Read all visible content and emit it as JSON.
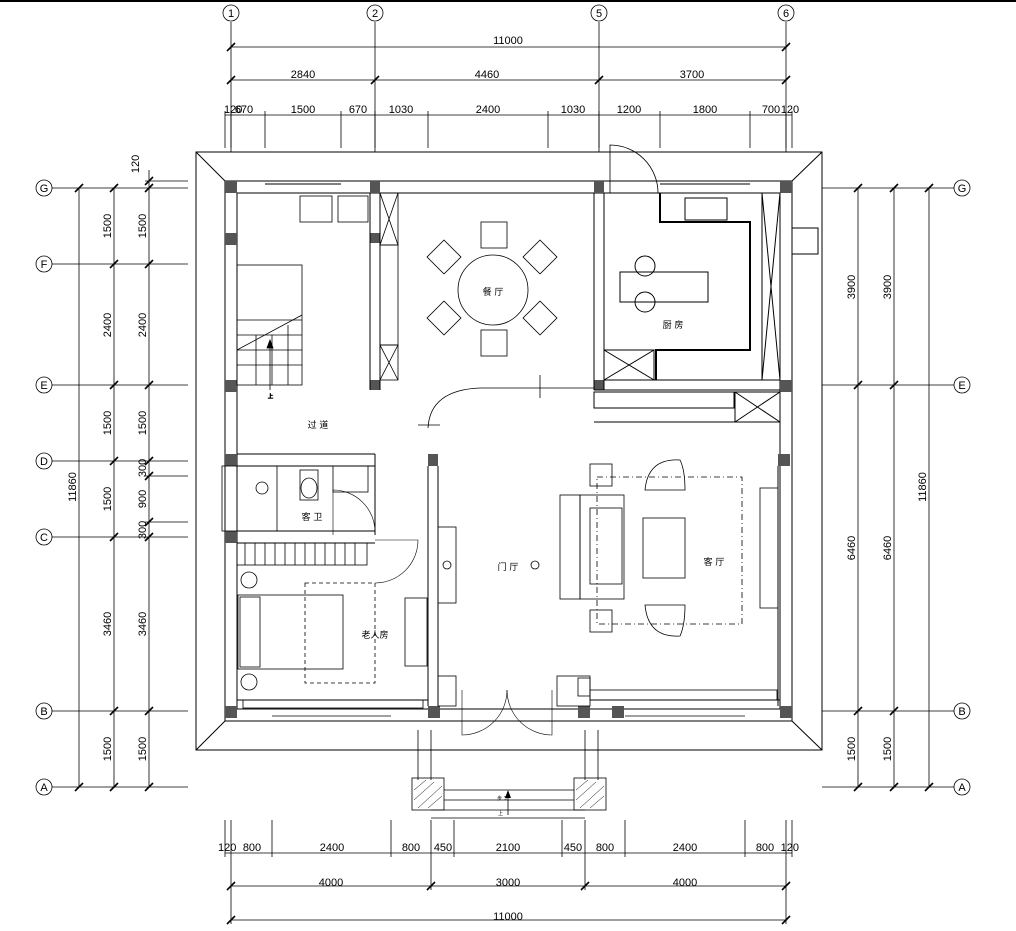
{
  "top_axes": [
    "1",
    "2",
    "5",
    "6"
  ],
  "bottom_dims": {
    "total": "11000",
    "row2": [
      "4000",
      "3000",
      "4000"
    ],
    "row3": [
      "120",
      "800",
      "2400",
      "800",
      "450",
      "2100",
      "450",
      "800",
      "2400",
      "800",
      "120"
    ]
  },
  "top_dims": {
    "total": "11000",
    "row2": [
      "2840",
      "4460",
      "3700"
    ],
    "row3": [
      "120",
      "670",
      "1500",
      "670",
      "1030",
      "2400",
      "1030",
      "1200",
      "1800",
      "700",
      "120"
    ]
  },
  "left_axes": [
    "G",
    "F",
    "E",
    "D",
    "C",
    "B",
    "A"
  ],
  "right_axes": [
    "G",
    "E",
    "B",
    "A"
  ],
  "left_dims": {
    "total": "11860",
    "outer": [
      "1500",
      "2400",
      "1500",
      "1500",
      "3460",
      "1500"
    ],
    "inner": [
      "120",
      "1500",
      "2400",
      "1500",
      "300",
      "900",
      "300",
      "3460",
      "1500"
    ]
  },
  "right_dims": {
    "total": "11860",
    "inner": [
      "3900",
      "6460",
      "1500"
    ],
    "outer": [
      "3900",
      "6460",
      "1500"
    ]
  },
  "rooms": {
    "dining": "餐 厅",
    "kitchen": "厨 房",
    "corridor": "过 道",
    "bathroom": "客 卫",
    "bedroom": "老人房",
    "foyer": "门 厅",
    "living": "客 厅"
  },
  "stair_labels": {
    "up": "上",
    "porch_steps": "步 3",
    "arrow_up": "上"
  }
}
